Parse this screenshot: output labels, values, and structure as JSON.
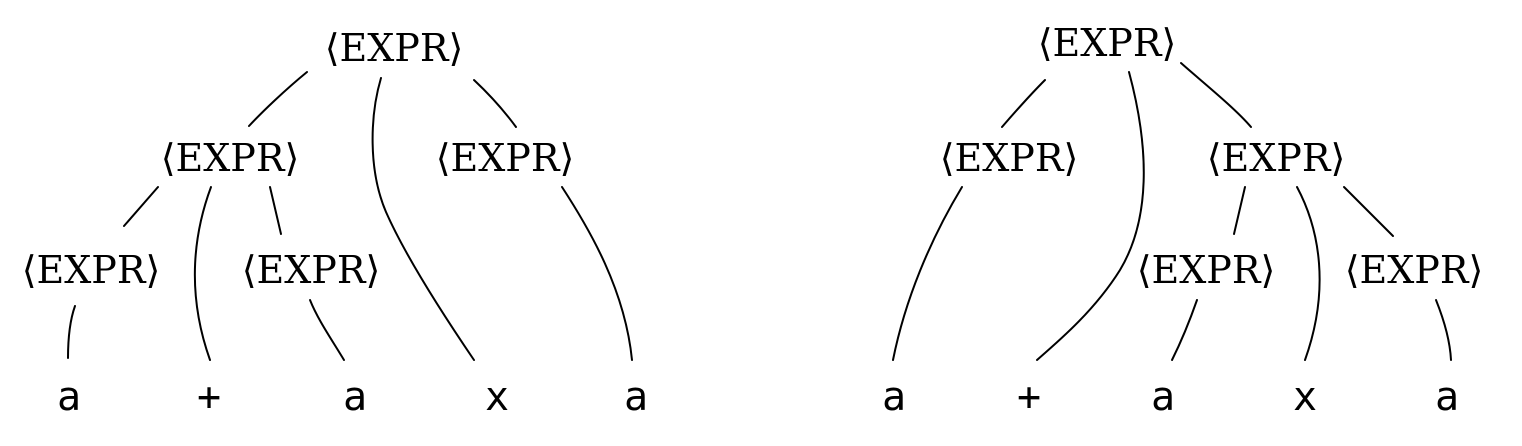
{
  "left_tree": {
    "root": "⟨EXPR⟩",
    "level1_left": "⟨EXPR⟩",
    "level1_right": "⟨EXPR⟩",
    "level2_left": "⟨EXPR⟩",
    "level2_right": "⟨EXPR⟩",
    "leaves": [
      "a",
      "+",
      "a",
      "x",
      "a"
    ]
  },
  "right_tree": {
    "root": "⟨EXPR⟩",
    "level1_left": "⟨EXPR⟩",
    "level1_right": "⟨EXPR⟩",
    "level2_left": "⟨EXPR⟩",
    "level2_right": "⟨EXPR⟩",
    "leaves": [
      "a",
      "+",
      "a",
      "x",
      "a"
    ]
  }
}
